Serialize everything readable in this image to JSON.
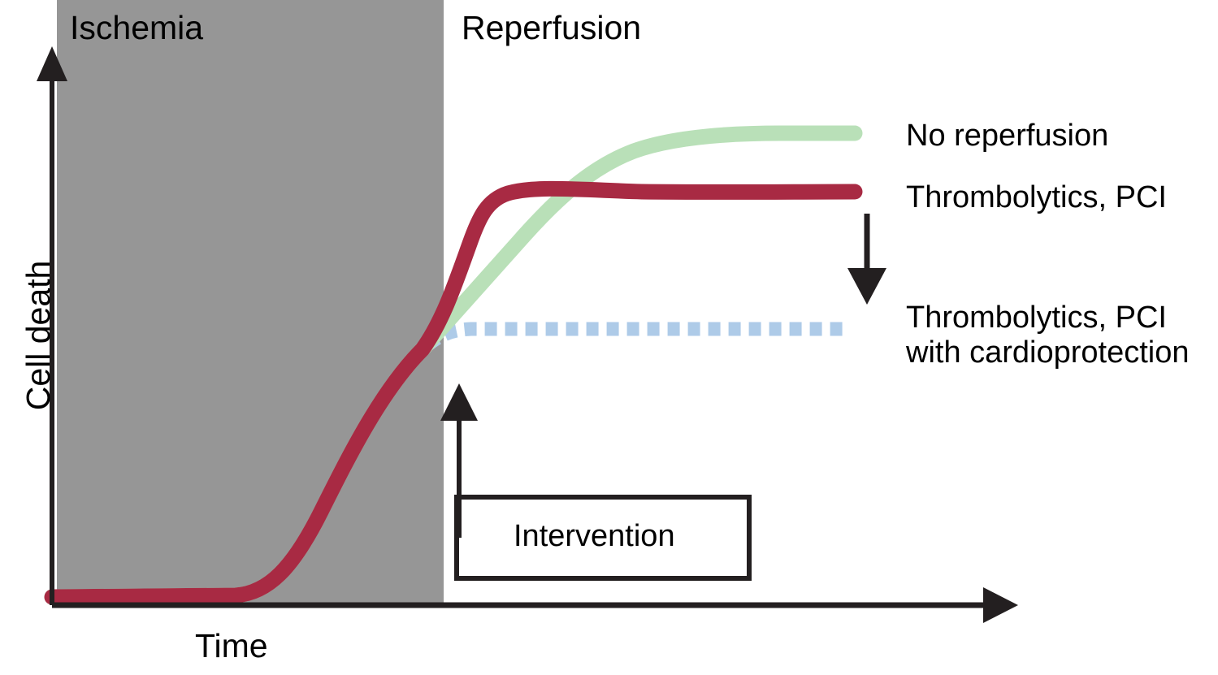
{
  "figure": {
    "phases": {
      "ischemia_label": "Ischemia",
      "reperfusion_label": "Reperfusion"
    },
    "axes": {
      "y_label": "Cell death",
      "x_label": "Time"
    },
    "annotation": {
      "intervention_label": "Intervention"
    },
    "legend": {
      "entries": [
        {
          "label": "No reperfusion",
          "label2": "",
          "color": "#b9e0b8",
          "style": "solid"
        },
        {
          "label": "Thrombolytics, PCI",
          "label2": "",
          "color": "#a82a43",
          "style": "solid"
        },
        {
          "label": "Thrombolytics, PCI",
          "label2": "with cardioprotection",
          "color": "#aecbe8",
          "style": "dotted"
        }
      ]
    },
    "colors": {
      "ischemia_shade": "#969696",
      "no_reperfusion": "#b9e0b8",
      "thrombolytics": "#a82a43",
      "cardioprotection": "#aecbe8",
      "axis": "#231f20",
      "text": "#000000"
    }
  },
  "chart_data": {
    "type": "line",
    "title": "",
    "xlabel": "Time",
    "ylabel": "Cell death",
    "xlim": [
      0,
      100
    ],
    "ylim": [
      0,
      100
    ],
    "grid": false,
    "legend_position": "right",
    "axis_ticks": {
      "x": [],
      "y": []
    },
    "regions": [
      {
        "name": "Ischemia",
        "x_start": 0,
        "x_end": 43,
        "shade": "#969696"
      },
      {
        "name": "Reperfusion",
        "x_start": 43,
        "x_end": 100,
        "shade": "#ffffff"
      }
    ],
    "annotations": [
      {
        "text": "Intervention",
        "x": 43,
        "y": 38,
        "type": "box-with-arrow",
        "arrow_to_y": 38
      },
      {
        "text": "",
        "x": 85,
        "y_from": 82,
        "y_to": 64,
        "type": "down-arrow"
      }
    ],
    "series": [
      {
        "name": "No reperfusion",
        "color": "#b9e0b8",
        "style": "solid",
        "x": [
          0,
          10,
          18,
          23,
          28,
          33,
          38,
          43,
          48,
          53,
          58,
          63,
          68,
          73,
          80,
          90,
          100
        ],
        "y": [
          2,
          2,
          3,
          6,
          13,
          24,
          36,
          47,
          58,
          68,
          76,
          82,
          86,
          89,
          90,
          91,
          91
        ]
      },
      {
        "name": "Thrombolytics, PCI",
        "color": "#a82a43",
        "style": "solid",
        "x": [
          0,
          10,
          18,
          23,
          28,
          33,
          38,
          43,
          45,
          47,
          50,
          55,
          62,
          70,
          80,
          90,
          100
        ],
        "y": [
          2,
          2,
          3,
          6,
          13,
          24,
          36,
          47,
          56,
          66,
          72,
          74,
          75,
          76,
          76,
          76,
          76
        ]
      },
      {
        "name": "Thrombolytics, PCI with cardioprotection",
        "color": "#aecbe8",
        "style": "dotted",
        "x": [
          0,
          10,
          18,
          23,
          28,
          33,
          38,
          43,
          45,
          48,
          55,
          65,
          75,
          85,
          95,
          100
        ],
        "y": [
          2,
          2,
          3,
          6,
          13,
          24,
          36,
          47,
          48,
          48,
          48,
          48,
          48,
          48,
          48,
          48
        ]
      }
    ]
  }
}
